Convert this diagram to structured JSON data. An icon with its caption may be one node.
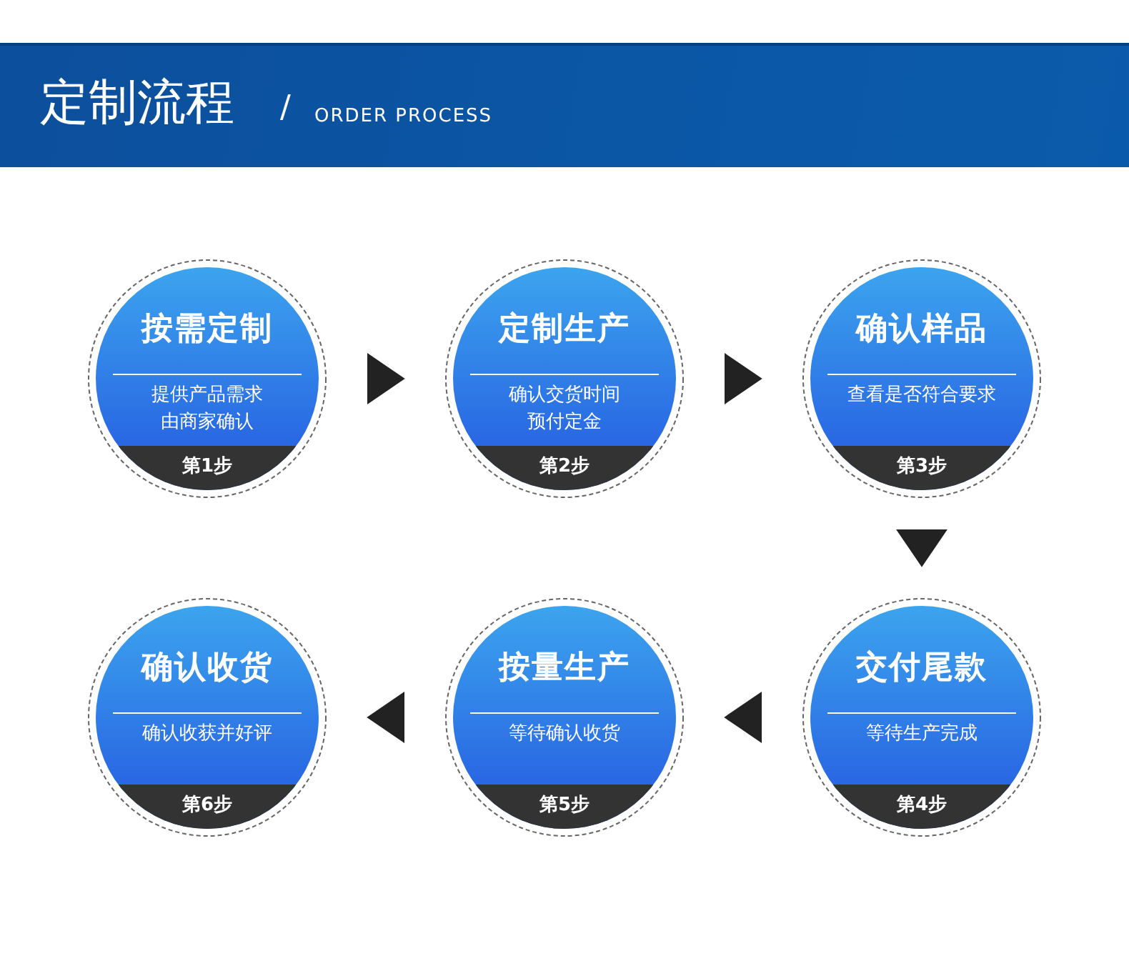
{
  "diagram": {
    "title": "定制流程",
    "nodes": [
      {
        "text": [
          "按需定制",
          "提供产品需求由商家确认",
          "第1步"
        ]
      },
      {
        "text": [
          "定制生产",
          "确认交货时间预付定金",
          "第2步"
        ]
      },
      {
        "text": [
          "确认样品",
          "查看是否符合要求",
          "第3步"
        ]
      },
      {
        "text": [
          "交付尾款",
          "等待生产完成",
          "第4步"
        ]
      },
      {
        "text": [
          "按量生产",
          "等待确认收货",
          "第5步"
        ]
      },
      {
        "text": [
          "确认收货",
          "确认收获并好评",
          "第6步"
        ]
      }
    ],
    "edges": [
      {
        "from": 0,
        "to": 1,
        "arrow": "to"
      },
      {
        "from": 1,
        "to": 2,
        "arrow": "to"
      },
      {
        "from": 2,
        "to": 3,
        "arrow": "to"
      },
      {
        "from": 3,
        "to": 4,
        "arrow": "to"
      },
      {
        "from": 4,
        "to": 5,
        "arrow": "to"
      }
    ],
    "labels": [
      "/",
      "ORDER PROCESS"
    ]
  }
}
